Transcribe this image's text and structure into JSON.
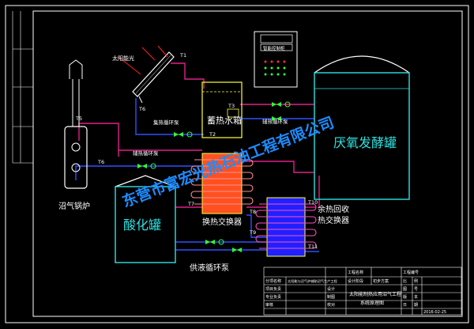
{
  "labels": {
    "solar_light": "太阳能光",
    "t1": "T1",
    "t2": "T2",
    "t3": "T3",
    "t5": "T5",
    "t6a": "T6",
    "t6b": "T6",
    "t7": "T7",
    "t8": "T8",
    "t9": "T9",
    "t10": "T10",
    "t11": "T11",
    "collector_pump": "集热循环泵",
    "heat_pump": "辅热循环泵",
    "aux_pump": "辅热循环泵",
    "storage_tank": "蓄热水箱",
    "boiler": "沼气锅炉",
    "acid_tank": "酸化罐",
    "exchanger": "换热交换器",
    "waste_heat": "余热回收",
    "waste_heat_2": "热交换器",
    "feed_pump": "供液循环泵",
    "digester": "厌氧发酵罐",
    "control_cabinet": "智能控制柜",
    "watermark": "东营市富宏光热石油工程有限公司"
  },
  "title_block": {
    "project_name": "工程名称",
    "project_no": "工程编号",
    "r1": [
      "分项名称",
      "太阳能与沼气炉辅助沼气生产工程",
      "设计阶段",
      "初步方案",
      "比",
      "例"
    ],
    "r2": [
      "项目负责",
      "",
      "设计",
      "",
      "图",
      "号"
    ],
    "r3": [
      "专业负责",
      "",
      "制图",
      "",
      "版",
      "本"
    ],
    "r4": [
      "审核",
      "",
      "校对",
      "",
      "日",
      "期"
    ],
    "drawing_title_1": "太阳能制热应用沼气工程",
    "drawing_title_2": "系统原理图",
    "date": "2016-02-25"
  }
}
